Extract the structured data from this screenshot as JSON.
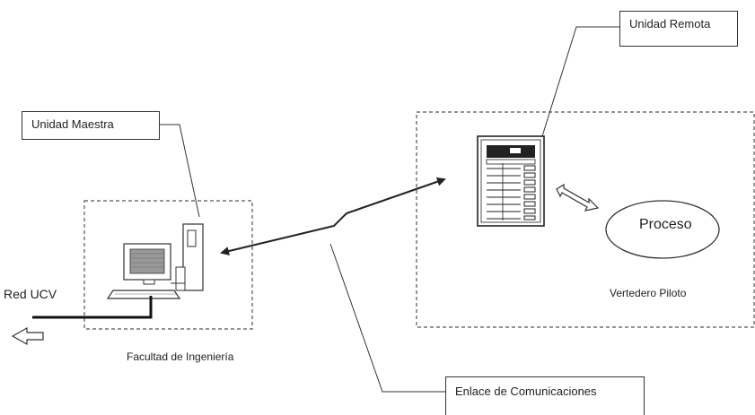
{
  "labels": {
    "unidad_maestra": "Unidad Maestra",
    "unidad_remota": "Unidad Remota",
    "proceso": "Proceso",
    "vertedero_piloto": "Vertedero Piloto",
    "red_ucv": "Red UCV",
    "facultad": "Facultad de Ingeniería",
    "enlace": "Enlace de Comunicaciones"
  },
  "icons": {
    "master": "computer-workstation-icon",
    "remote": "rtu-panel-icon"
  }
}
